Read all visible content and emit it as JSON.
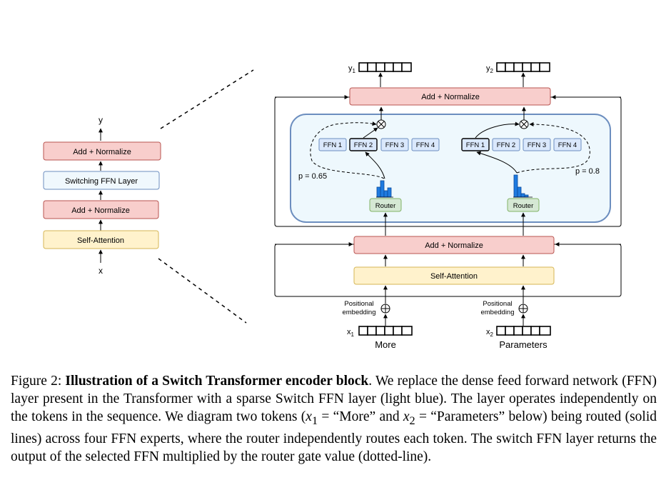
{
  "diagram": {
    "left_block": {
      "output_label": "y",
      "input_label": "x",
      "layers": [
        "Add + Normalize",
        "Switching FFN Layer",
        "Add + Normalize",
        "Self-Attention"
      ]
    },
    "top_outputs": [
      "y",
      "y"
    ],
    "top_output_subscripts": [
      "1",
      "2"
    ],
    "top_add_norm": "Add + Normalize",
    "experts_left": [
      "FFN 1",
      "FFN 2",
      "FFN 3",
      "FFN 4"
    ],
    "experts_right": [
      "FFN 1",
      "FFN 2",
      "FFN 3",
      "FFN 4"
    ],
    "router_label": "Router",
    "prob_left": "p = 0.65",
    "prob_right": "p = 0.8",
    "bottom_add_norm": "Add + Normalize",
    "self_attention": "Self-Attention",
    "positional_line1": "Positional",
    "positional_line2": "embedding",
    "inputs": [
      "x",
      "x"
    ],
    "input_subscripts": [
      "1",
      "2"
    ],
    "tokens": [
      "More",
      "Parameters"
    ],
    "colors": {
      "add_norm_fill": "#f8cecc",
      "add_norm_stroke": "#b85450",
      "ffn_layer_fill": "#f0f8fd",
      "ffn_layer_stroke": "#6c8ebf",
      "self_attn_fill": "#fff2cc",
      "self_attn_stroke": "#d6b656",
      "switch_fill": "#eef8fd",
      "switch_stroke": "#6c8ebf",
      "expert_fill": "#dae8fc",
      "router_fill": "#d5e8d4",
      "router_stroke": "#82b366",
      "bar": "#1e7be0"
    }
  },
  "caption": {
    "prefix": "Figure 2: ",
    "title": "Illustration of a Switch Transformer encoder block",
    "t1": ". We replace the dense feed forward network (FFN) layer present in the Transformer with a sparse Switch FFN layer (light blue). The layer operates independently on the tokens in the sequence. We diagram two tokens (",
    "m1": "x",
    "m1sub": "1",
    "t2": " = “More” and ",
    "m2": "x",
    "m2sub": "2",
    "t3": " = “Parameters” below) being routed (solid lines) across four FFN experts, where the router independently routes each token. The switch FFN layer returns the output of the selected FFN multiplied by the router gate value (dotted-line)."
  }
}
